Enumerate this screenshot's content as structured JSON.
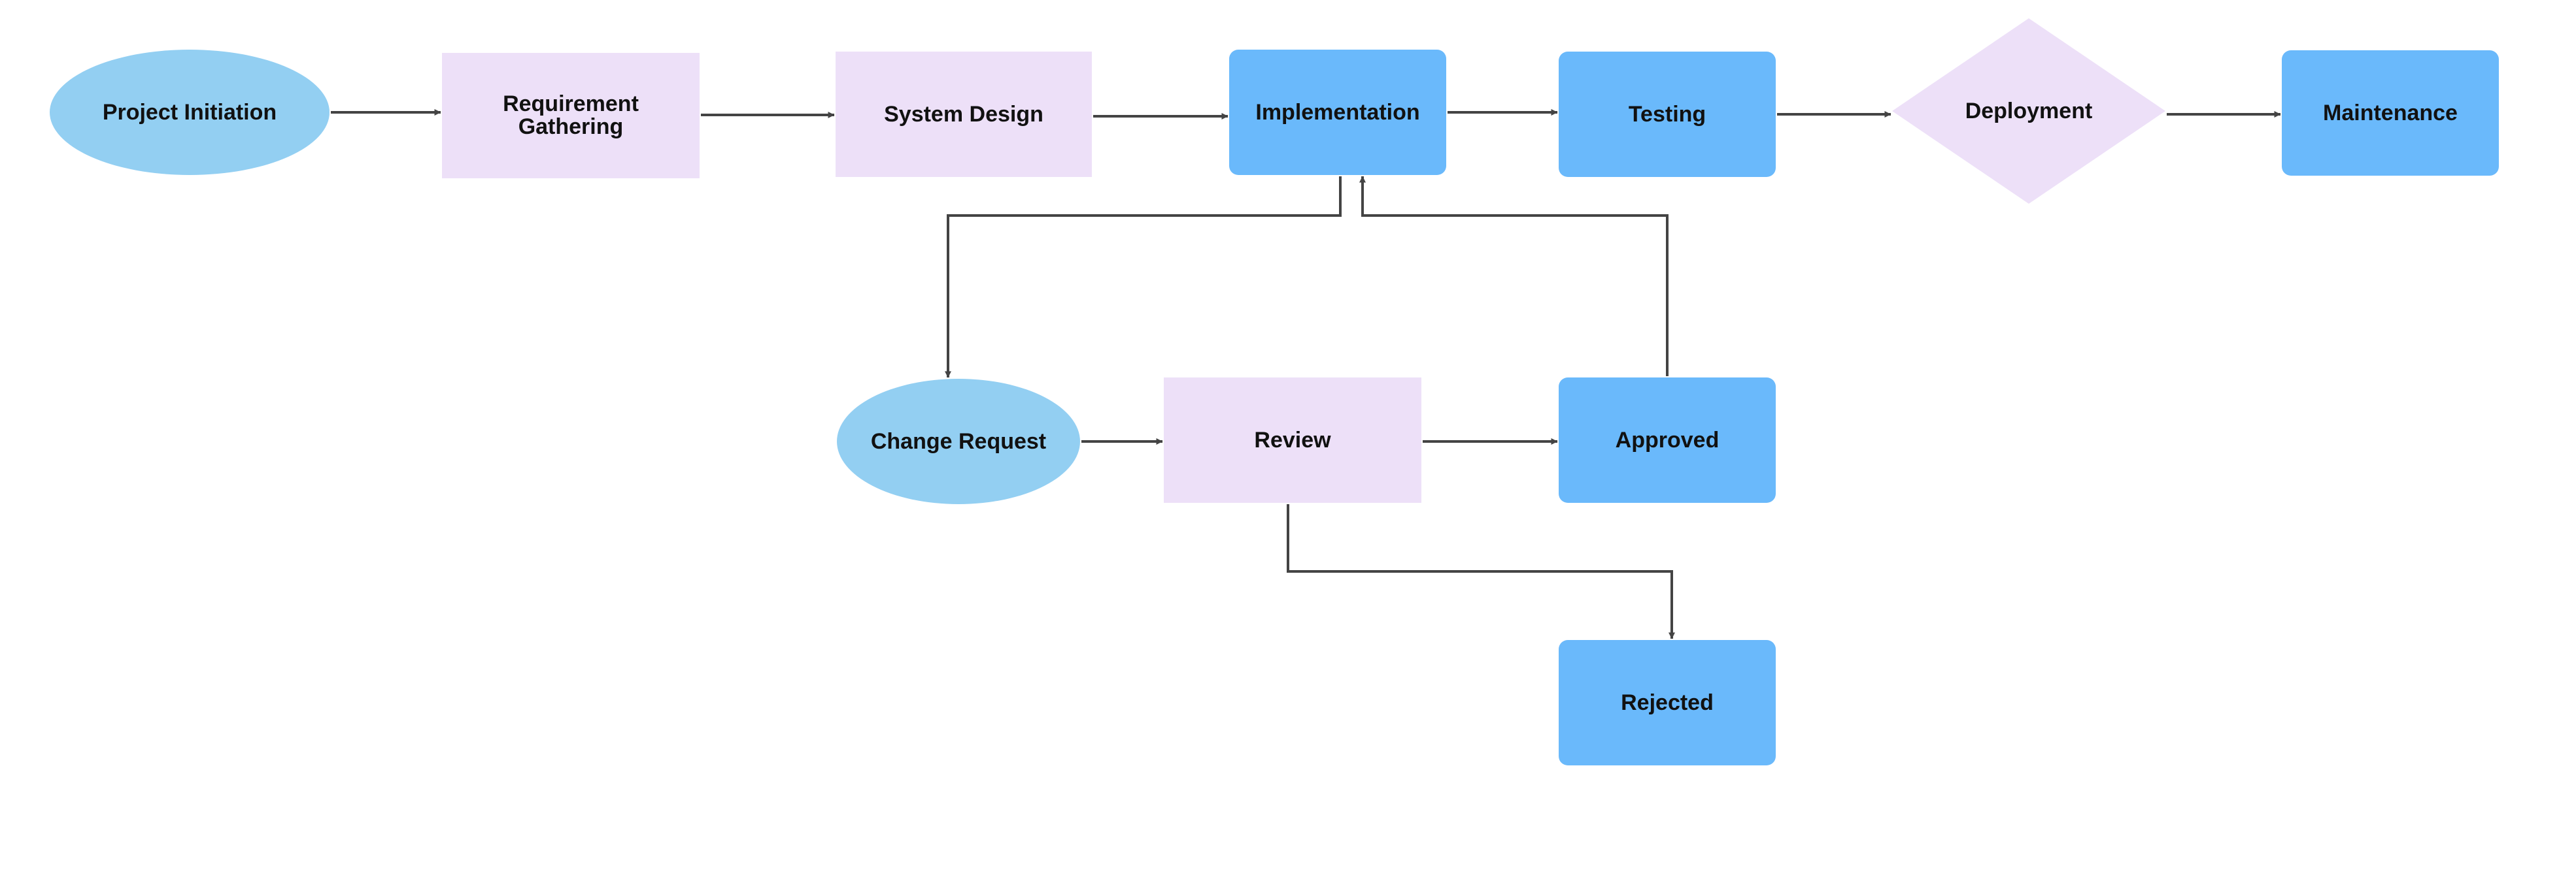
{
  "diagram": {
    "colors": {
      "ellipse_fill": "#93CFF2",
      "lavender_fill": "#EDE0F8",
      "blue_fill": "#6AB9FB",
      "edge": "#444444"
    },
    "nodes": {
      "project_initiation": "Project Initiation",
      "requirement_gathering": "Requirement\nGathering",
      "system_design": "System Design",
      "implementation": "Implementation",
      "testing": "Testing",
      "deployment": "Deployment",
      "maintenance": "Maintenance",
      "change_request": "Change Request",
      "review": "Review",
      "approved": "Approved",
      "rejected": "Rejected"
    },
    "edges": [
      {
        "from": "project_initiation",
        "to": "requirement_gathering"
      },
      {
        "from": "requirement_gathering",
        "to": "system_design"
      },
      {
        "from": "system_design",
        "to": "implementation"
      },
      {
        "from": "implementation",
        "to": "testing"
      },
      {
        "from": "testing",
        "to": "deployment"
      },
      {
        "from": "deployment",
        "to": "maintenance"
      },
      {
        "from": "implementation",
        "to": "change_request"
      },
      {
        "from": "change_request",
        "to": "review"
      },
      {
        "from": "review",
        "to": "approved"
      },
      {
        "from": "approved",
        "to": "implementation"
      },
      {
        "from": "review",
        "to": "rejected"
      }
    ]
  }
}
